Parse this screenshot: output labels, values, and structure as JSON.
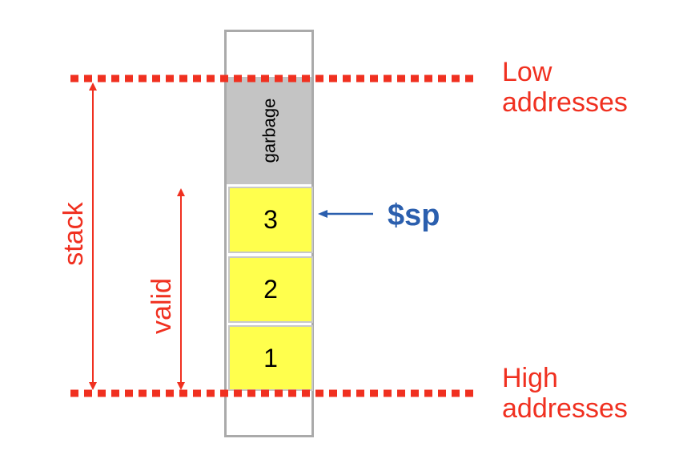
{
  "diagram": {
    "labels": {
      "low_addresses": [
        "Low",
        "addresses"
      ],
      "high_addresses": [
        "High",
        "addresses"
      ],
      "stack": "stack",
      "valid": "valid",
      "stack_pointer": "$sp",
      "garbage": "garbage"
    },
    "cells": [
      {
        "label": "3"
      },
      {
        "label": "2"
      },
      {
        "label": "1"
      }
    ],
    "colors": {
      "red": "#f03020",
      "blue": "#2b5fae",
      "yellow": "#ffff4d",
      "gray": "#c4c4c4",
      "outline": "#aaaaaa"
    }
  }
}
